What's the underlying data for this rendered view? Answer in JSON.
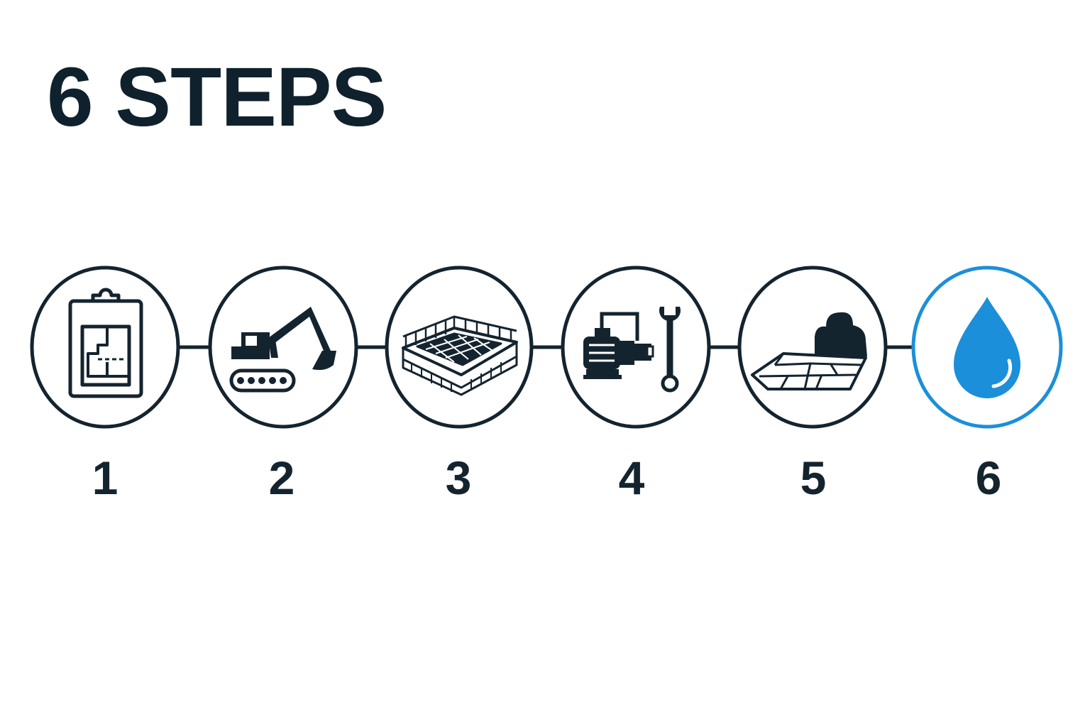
{
  "title": "6 STEPS",
  "colors": {
    "ink": "#14242f",
    "accent": "#1b8fd9",
    "background": "#ffffff"
  },
  "steps": [
    {
      "number": "1",
      "icon": "clipboard-floor-plan-icon",
      "highlighted": false
    },
    {
      "number": "2",
      "icon": "excavator-icon",
      "highlighted": false
    },
    {
      "number": "3",
      "icon": "pool-frame-icon",
      "highlighted": false
    },
    {
      "number": "4",
      "icon": "pump-and-wrench-icon",
      "highlighted": false
    },
    {
      "number": "5",
      "icon": "paving-and-shrub-icon",
      "highlighted": false
    },
    {
      "number": "6",
      "icon": "water-drop-icon",
      "highlighted": true
    }
  ]
}
